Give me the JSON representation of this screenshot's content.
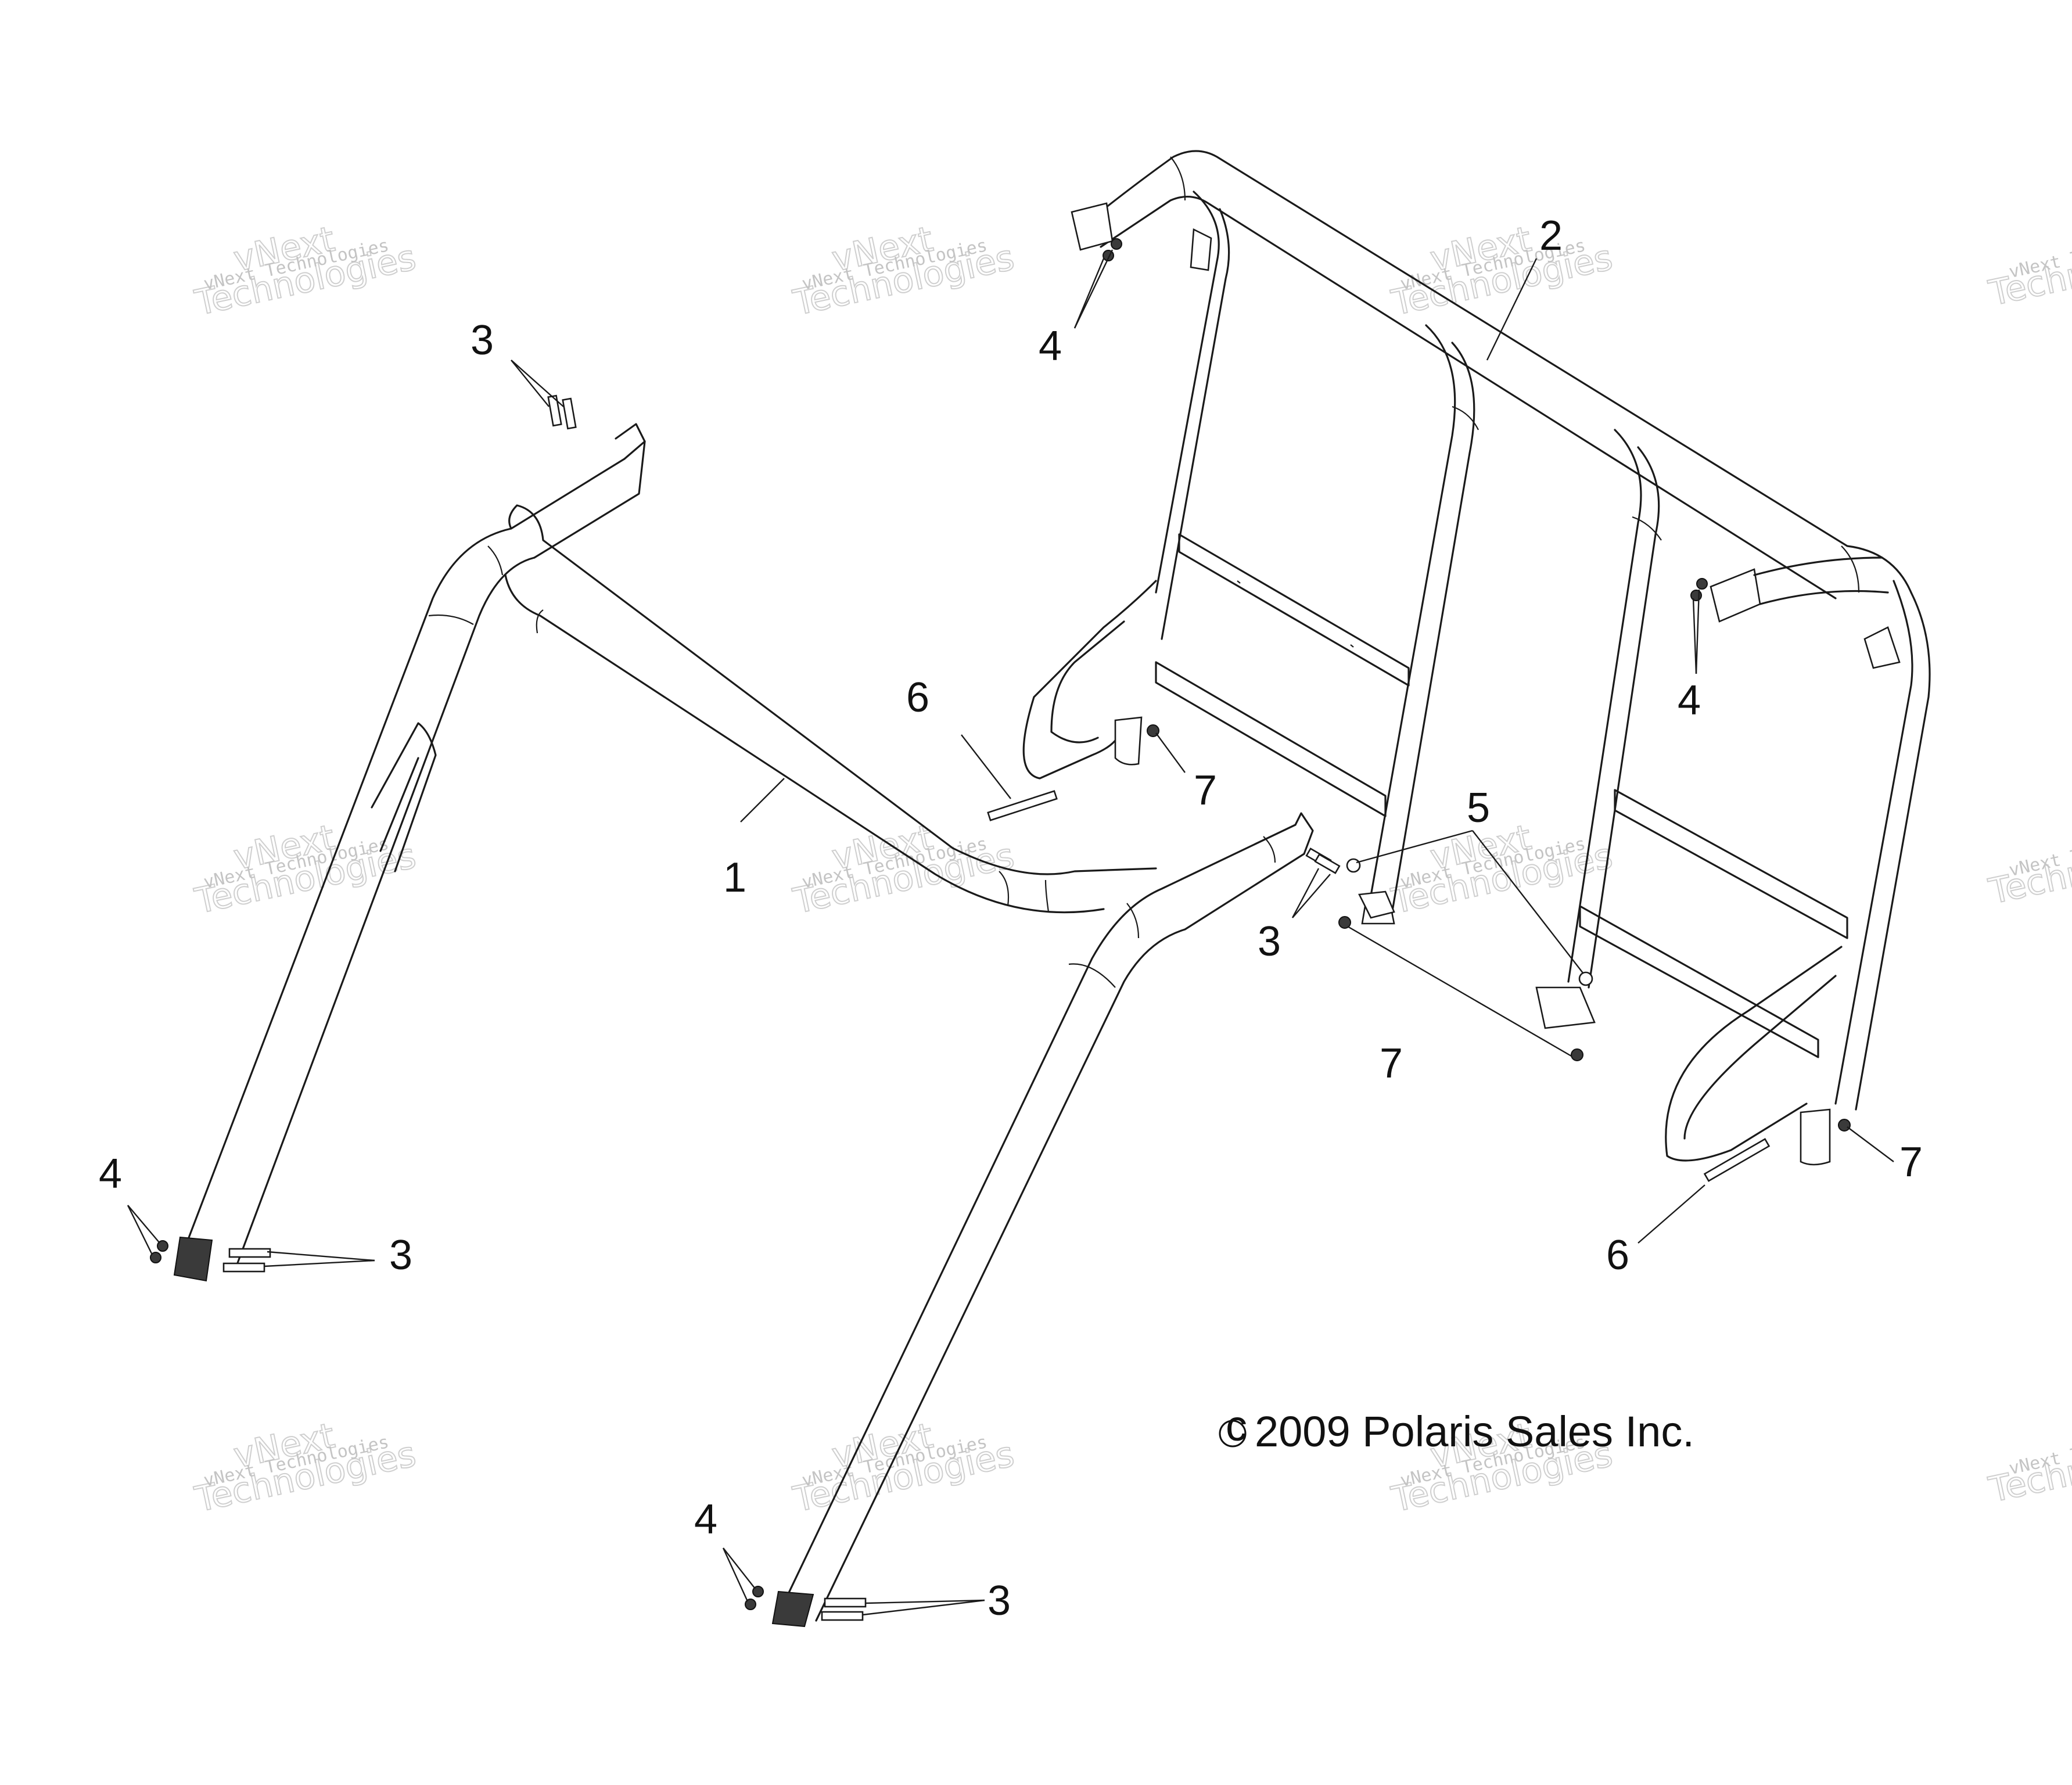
{
  "callouts": [
    {
      "id": "c1",
      "label": "1"
    },
    {
      "id": "c2",
      "label": "2"
    },
    {
      "id": "c3a",
      "label": "3"
    },
    {
      "id": "c3b",
      "label": "3"
    },
    {
      "id": "c3c",
      "label": "3"
    },
    {
      "id": "c3d",
      "label": "3"
    },
    {
      "id": "c4a",
      "label": "4"
    },
    {
      "id": "c4b",
      "label": "4"
    },
    {
      "id": "c4c",
      "label": "4"
    },
    {
      "id": "c4d",
      "label": "4"
    },
    {
      "id": "c5",
      "label": "5"
    },
    {
      "id": "c6a",
      "label": "6"
    },
    {
      "id": "c6b",
      "label": "6"
    },
    {
      "id": "c7a",
      "label": "7"
    },
    {
      "id": "c7b",
      "label": "7"
    },
    {
      "id": "c7c",
      "label": "7"
    }
  ],
  "copyright": {
    "symbol": "c",
    "text": "2009 Polaris Sales Inc."
  },
  "watermark": {
    "small": "vNext Technologies",
    "large_top": "vNext",
    "large_bottom": "Technologies"
  }
}
